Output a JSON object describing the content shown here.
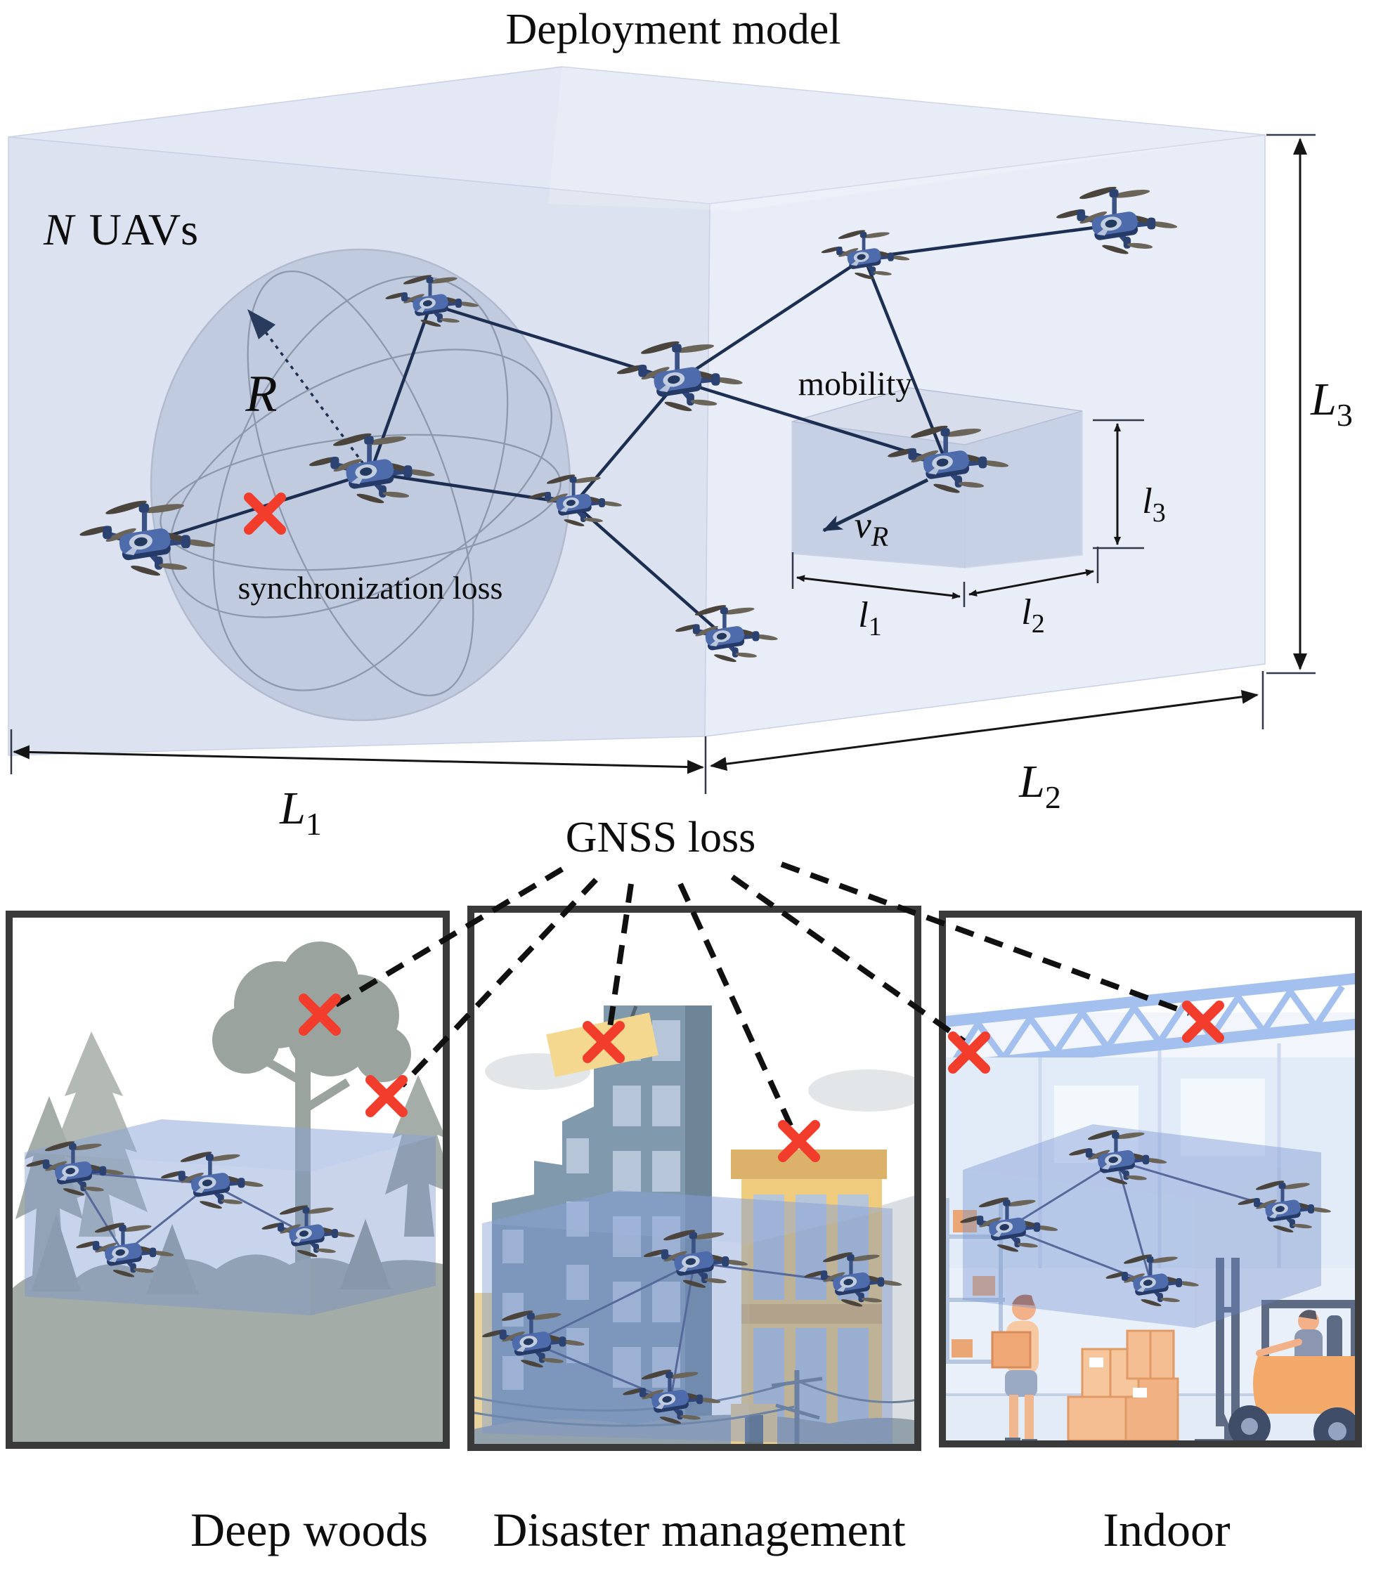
{
  "figure": {
    "title": "Deployment model",
    "gnss_label": "GNSS loss"
  },
  "deployment": {
    "n_label": "N",
    "n_rest": "UAVs",
    "radius": "R",
    "sync_loss": "synchronization loss",
    "mobility": "mobility",
    "v_main": "v",
    "v_sub": "R",
    "L1_main": "L",
    "L1_sub": "1",
    "L2_main": "L",
    "L2_sub": "2",
    "L3_main": "L",
    "L3_sub": "3",
    "l1_main": "l",
    "l1_sub": "1",
    "l2_main": "l",
    "l2_sub": "2",
    "l3_main": "l",
    "l3_sub": "3"
  },
  "panels": [
    {
      "id": "deep-woods",
      "label": "Deep woods"
    },
    {
      "id": "disaster-management",
      "label": "Disaster management"
    },
    {
      "id": "indoor",
      "label": "Indoor"
    }
  ],
  "icons": {
    "loss_marker": "red-x-icon",
    "uav": "quadcopter-drone-icon"
  },
  "colors": {
    "uav_body": "#4e6cab",
    "uav_dark": "#253a66",
    "network_link": "#1c2e52",
    "loss_x": "#f23d2c",
    "box_left_face": "#dce2f0",
    "box_right_face": "#e8edf8",
    "box_top_face": "#e3e8f4",
    "sphere_fill": "#a9b7d0",
    "panel_border": "#3a3a3a",
    "forest_gray": "#a4aca7",
    "building_gray": "#8199ad",
    "building_yellow": "#eecb7d",
    "indoor_truss_blue": "#a3c0ee",
    "forklift_orange": "#f2a969",
    "swarm_zone_blue": "rgba(118,148,208,0.42)"
  }
}
